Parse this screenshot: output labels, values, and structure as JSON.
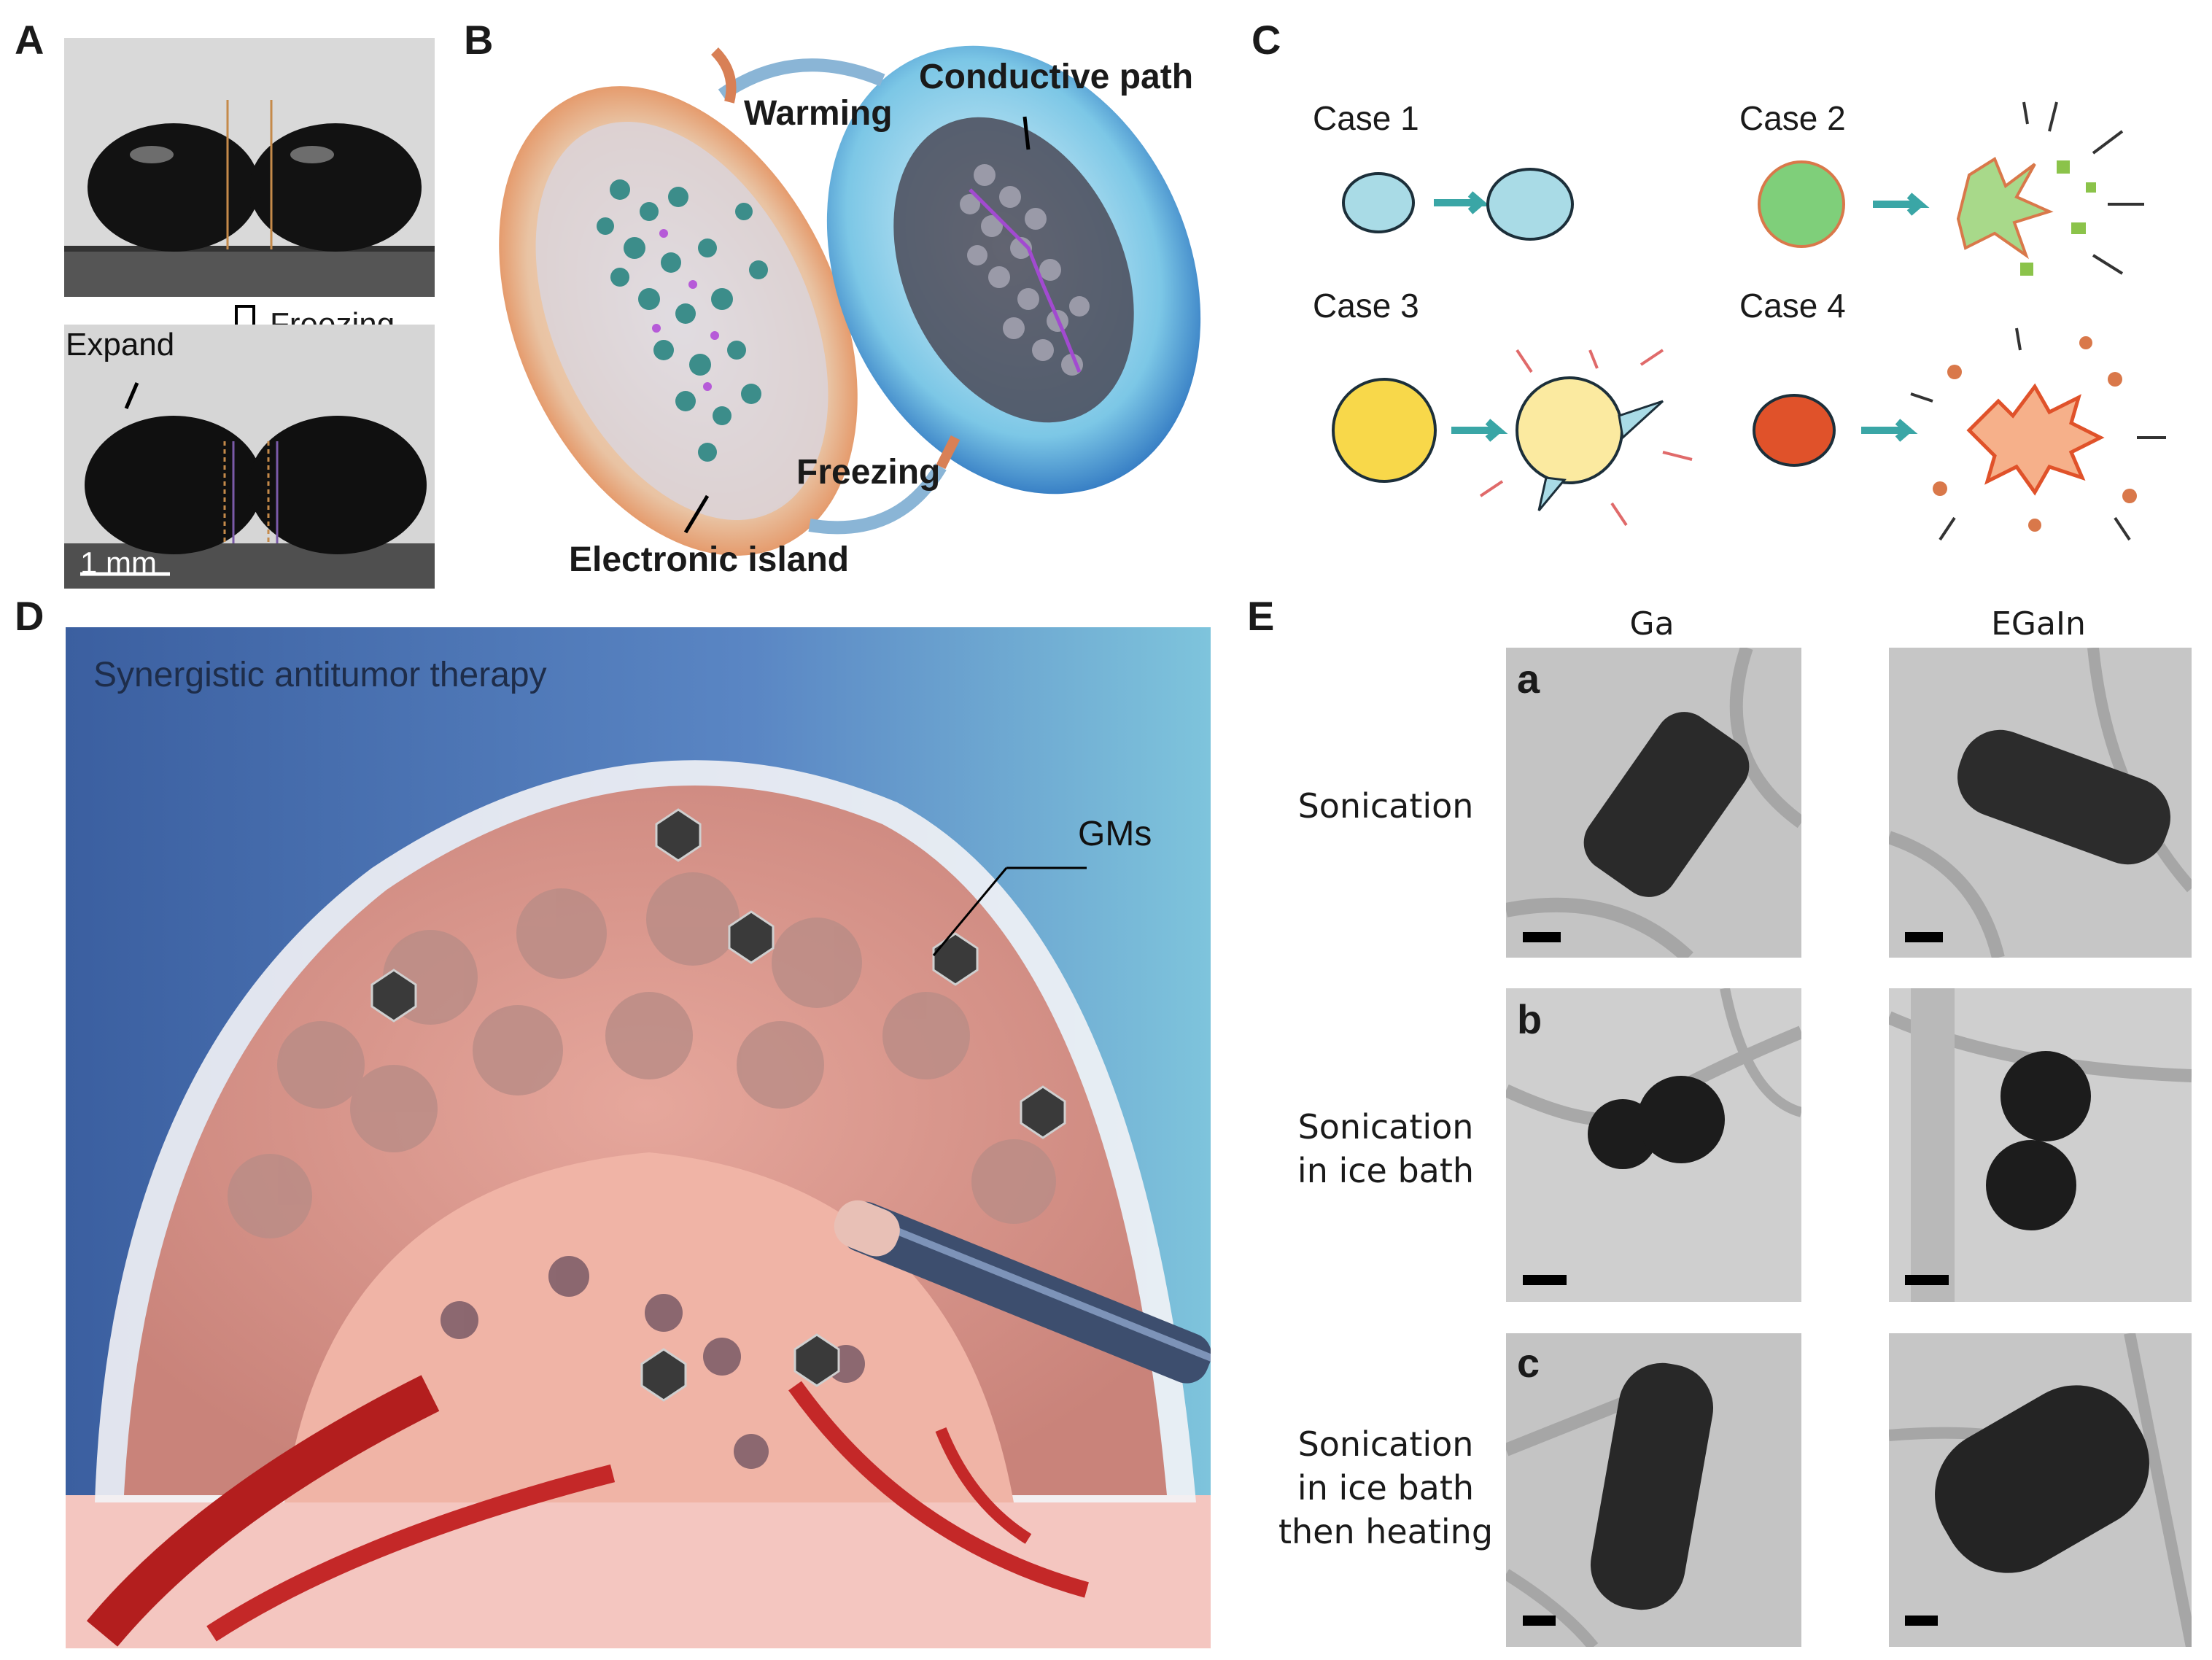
{
  "panels": {
    "A": {
      "label": "A",
      "freezing": "Freezing",
      "expand": "Expand",
      "scale": "1 mm"
    },
    "B": {
      "label": "B",
      "warming": "Warming",
      "freezing": "Freezing",
      "conductive_path": "Conductive path",
      "electronic_island": "Electronic island"
    },
    "C": {
      "label": "C",
      "cases": [
        "Case 1",
        "Case 2",
        "Case 3",
        "Case 4"
      ],
      "colors": {
        "case1": "#a9dbe6",
        "case2": "#7fcf7a",
        "case3": "#f8d84a",
        "case4": "#e0522a",
        "arrow": "#3aa6a6"
      }
    },
    "D": {
      "label": "D",
      "title": "Synergistic antitumor therapy",
      "gms": "GMs"
    },
    "E": {
      "label": "E",
      "columns": [
        "Ga",
        "EGaIn"
      ],
      "rows": [
        {
          "sub": "a",
          "label_lines": [
            "Sonication"
          ]
        },
        {
          "sub": "b",
          "label_lines": [
            "Sonication",
            "in ice bath"
          ]
        },
        {
          "sub": "c",
          "label_lines": [
            "Sonication",
            "in ice bath",
            "then heating"
          ]
        }
      ]
    }
  }
}
